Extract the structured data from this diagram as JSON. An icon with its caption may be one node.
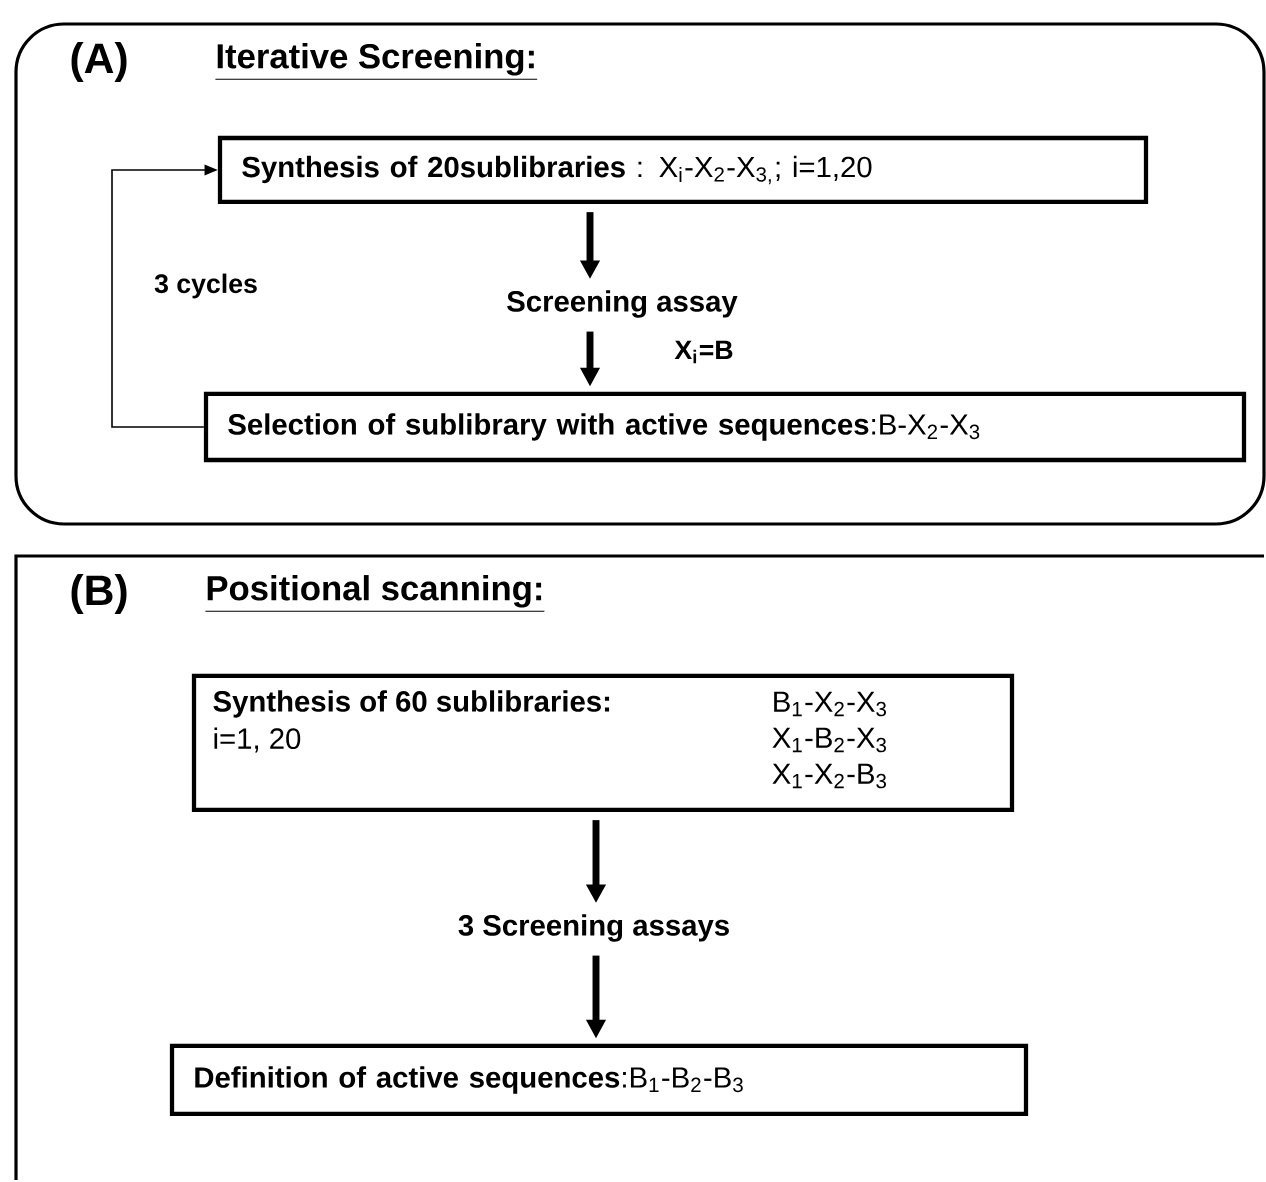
{
  "diagram": {
    "nodes": [
      {
        "text": [
          "(A)",
          "Iterative Screening:"
        ]
      },
      {
        "text": [
          "**Synthesis of 20sublibraries** : X$_{i}$-X$_{2}$-X$_{3,}$; i=1,20"
        ],
        "in": 0
      },
      {
        "text": [
          "Screening assay"
        ],
        "in": 0
      },
      {
        "text": [
          "**Selection of sublibrary with active sequences**:B-X$_{2}$-X$_{3}$"
        ],
        "in": 0
      },
      {
        "text": [
          "(B)",
          "Positional scanning:"
        ]
      },
      {
        "text": [
          "**Synthesis of 60 sublibraries**:",
          "i=1, 20",
          "B$_{1}$-X$_{2}$-X$_{3}$",
          "X$_{1}$-B$_{2}$-X$_{3}$",
          "X$_{1}$-X$_{2}$-B$_{3}$"
        ],
        "in": 4
      },
      {
        "text": [
          "3 Screening assays"
        ],
        "in": 4
      },
      {
        "text": [
          "**Definition of active sequences**:B$_{1}$-B$_{2}$-B$_{3}$"
        ],
        "in": 4
      }
    ],
    "edges": [
      {
        "from": 1,
        "to": 2,
        "arrow": "to"
      },
      {
        "from": 2,
        "to": 3,
        "arrow": "to",
        "label": "X$_{i}$=B"
      },
      {
        "from": 3,
        "to": 1,
        "arrow": "to",
        "label": "3 cycles"
      },
      {
        "from": 5,
        "to": 6,
        "arrow": "to"
      },
      {
        "from": 6,
        "to": 7,
        "arrow": "to"
      }
    ]
  }
}
